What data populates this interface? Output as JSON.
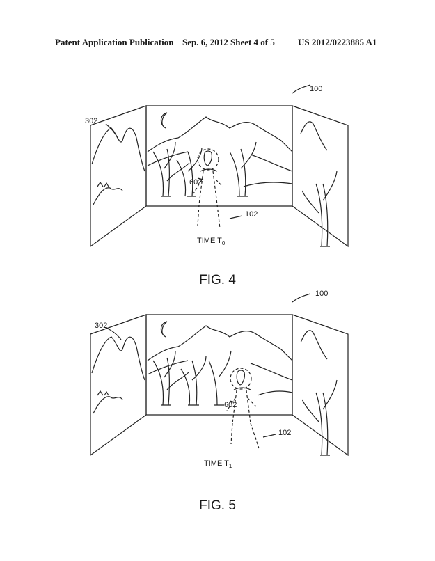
{
  "header": {
    "publication": "Patent Application Publication",
    "date_sheet": "Sep. 6, 2012    Sheet 4 of 5",
    "number": "US 2012/0223885 A1"
  },
  "figures": [
    {
      "caption": "FIG. 4",
      "system_ref": "100",
      "display_ref": "302",
      "user_ref": "102",
      "head_ref": "602",
      "time_main": "TIME T",
      "time_sub": "0"
    },
    {
      "caption": "FIG. 5",
      "system_ref": "100",
      "display_ref": "302",
      "user_ref": "102",
      "head_ref": "602",
      "time_main": "TIME T",
      "time_sub": "1"
    }
  ]
}
